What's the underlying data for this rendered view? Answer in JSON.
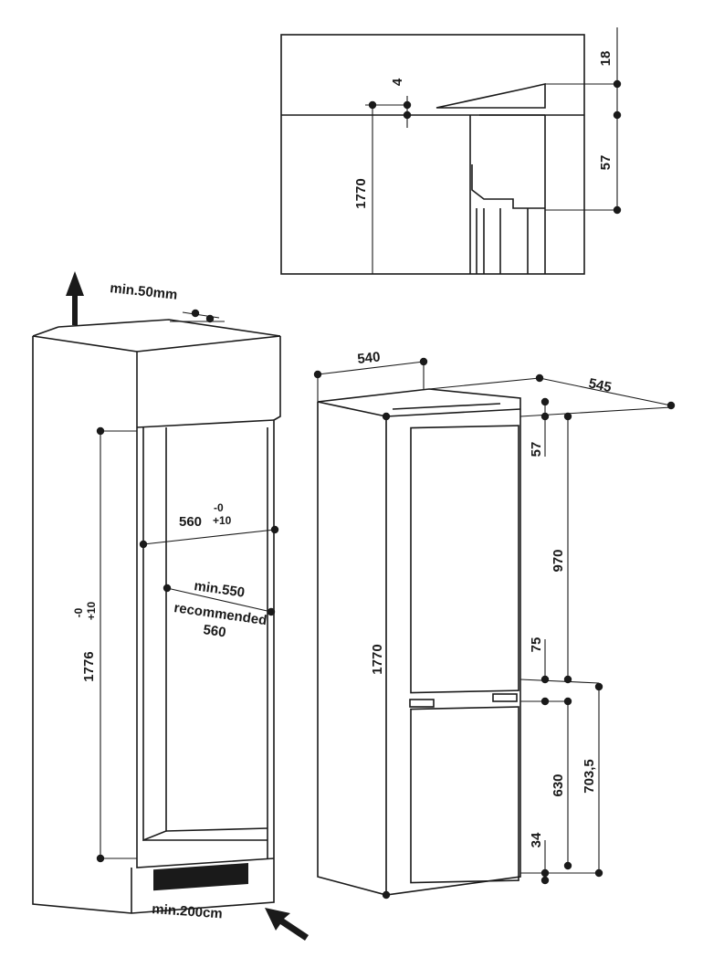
{
  "detail": {
    "dim_top": "18",
    "dim_gap": "4",
    "dim_height": "1770",
    "dim_vent": "57"
  },
  "cabinet": {
    "min_top_gap": "min.50mm",
    "width": "560",
    "width_tol_minus": "-0",
    "width_tol_plus": "+10",
    "depth_min": "min.550",
    "depth_recommended_label": "recommended",
    "depth_recommended_value": "560",
    "height": "1776",
    "height_tol_minus": "-0",
    "height_tol_plus": "+10",
    "min_vent": "min.200cm"
  },
  "appliance": {
    "width": "540",
    "depth": "545",
    "height": "1770",
    "top_offset": "57",
    "upper_door": "970",
    "gap": "75",
    "lower_door": "630",
    "lower_total": "703,5",
    "bottom_offset": "34"
  }
}
